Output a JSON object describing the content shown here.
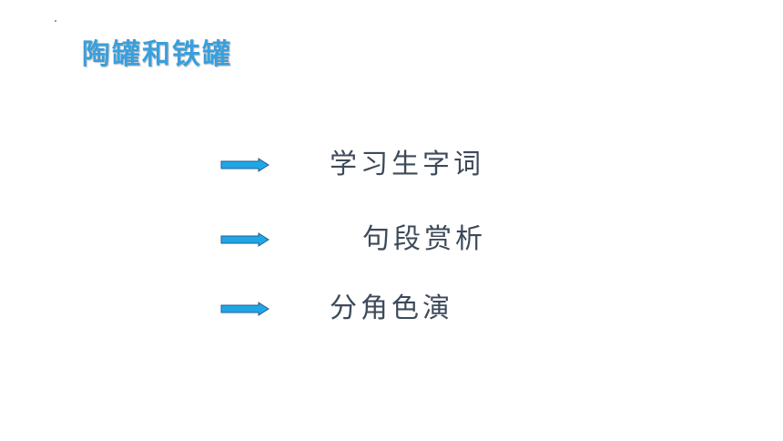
{
  "slide": {
    "title": "陶罐和铁罐",
    "items": [
      {
        "label": "学习生字词",
        "icon": "arrow-right-icon"
      },
      {
        "label": "句段赏析",
        "icon": "arrow-right-icon"
      },
      {
        "label": "分角色演",
        "icon": "arrow-right-icon"
      }
    ]
  },
  "colors": {
    "title": "#3a9fdc",
    "text": "#3d4a59",
    "arrow_fill": "#1ea7e8",
    "arrow_stroke": "#2b5c8a",
    "background": "#ffffff"
  }
}
